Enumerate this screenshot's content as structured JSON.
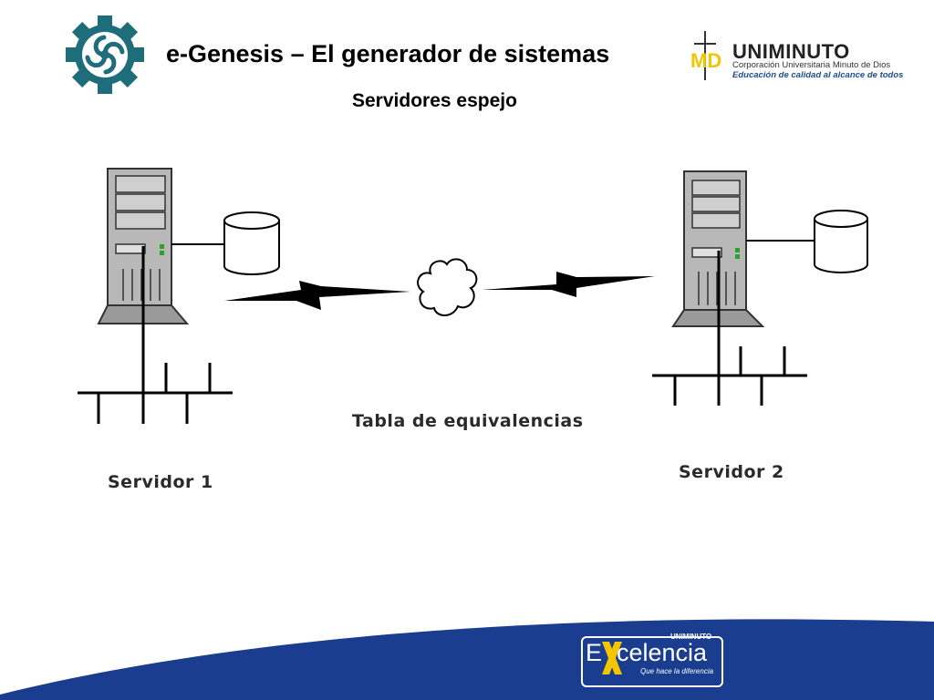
{
  "header": {
    "title": "e-Genesis – El generador de sistemas",
    "subtitle": "Servidores espejo"
  },
  "logos": {
    "gear_logo": "gear-logo",
    "university": {
      "mark": "MD",
      "name": "UNIMINUTO",
      "line1": "Corporación Universitaria Minuto de Dios",
      "line2": "Educación de calidad al alcance de todos"
    },
    "footer": {
      "small": "UNIMINUTO",
      "letter": "E",
      "word": "celencia",
      "tagline": "Que hace la diferencia"
    }
  },
  "diagram": {
    "center_label": "Tabla de equivalencias",
    "server_left_label": "Servidor 1",
    "server_right_label": "Servidor 2"
  },
  "colors": {
    "gear": "#1e6d7a",
    "footer_band": "#1a3d8f",
    "accent_yellow": "#f2c500",
    "uni_blue": "#1f4e8c"
  }
}
